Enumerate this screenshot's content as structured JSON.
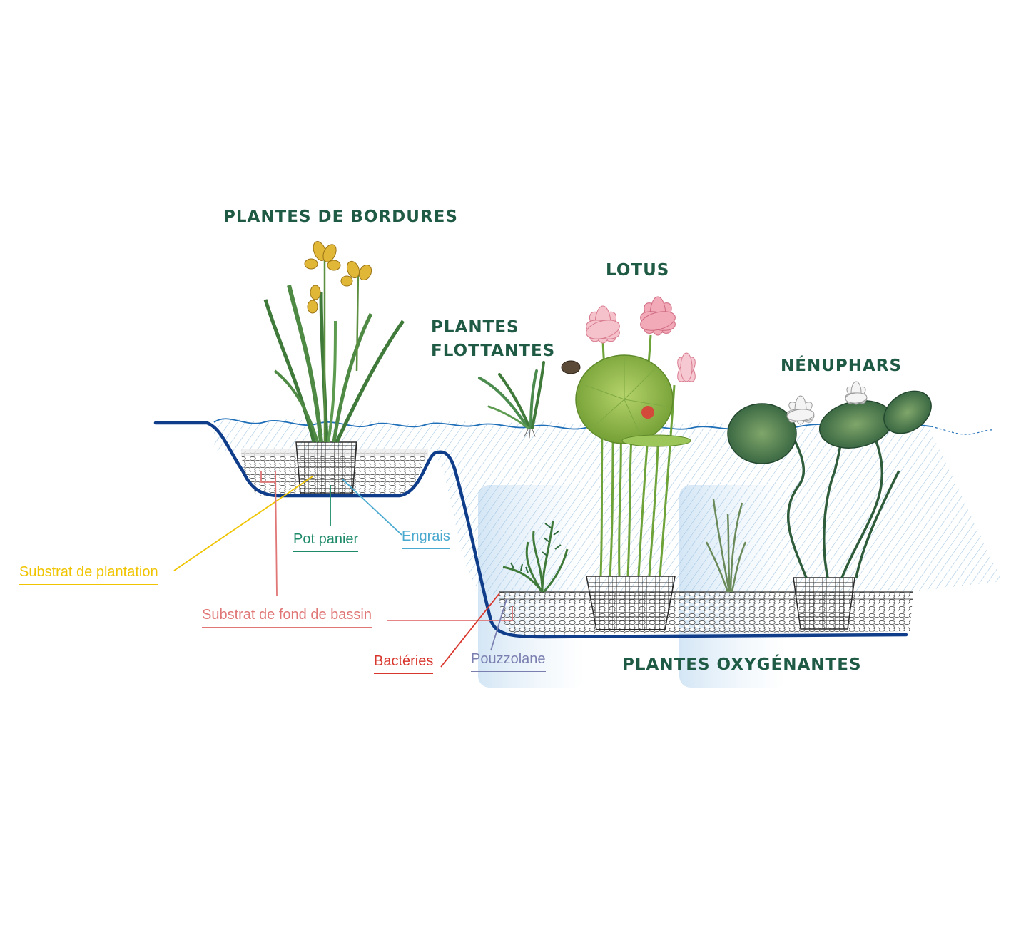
{
  "zones": {
    "border": "PLANTES DE BORDURES",
    "lotus": "LOTUS",
    "floating_line1": "PLANTES",
    "floating_line2": "FLOTTANTES",
    "waterlilies": "NÉNUPHARS",
    "oxygenating": "PLANTES OXYGÉNANTES"
  },
  "labels": {
    "pot": "Pot panier",
    "fertilizer": "Engrais",
    "planting_substrate": "Substrat de plantation",
    "bottom_substrate": "Substrat de fond de bassin",
    "bacteria": "Bactéries",
    "pozzolan": "Pouzzolane"
  },
  "colors": {
    "title": "#1f5a45",
    "pot": "#1e8a6a",
    "fertilizer": "#4aa9cf",
    "planting_substrate": "#f0c400",
    "bottom_substrate": "#e07676",
    "bacteria": "#d8362c",
    "pozzolan": "#7a7fb0",
    "liner": "#0f3d8a",
    "water_hatch": "#8fb8dc"
  }
}
